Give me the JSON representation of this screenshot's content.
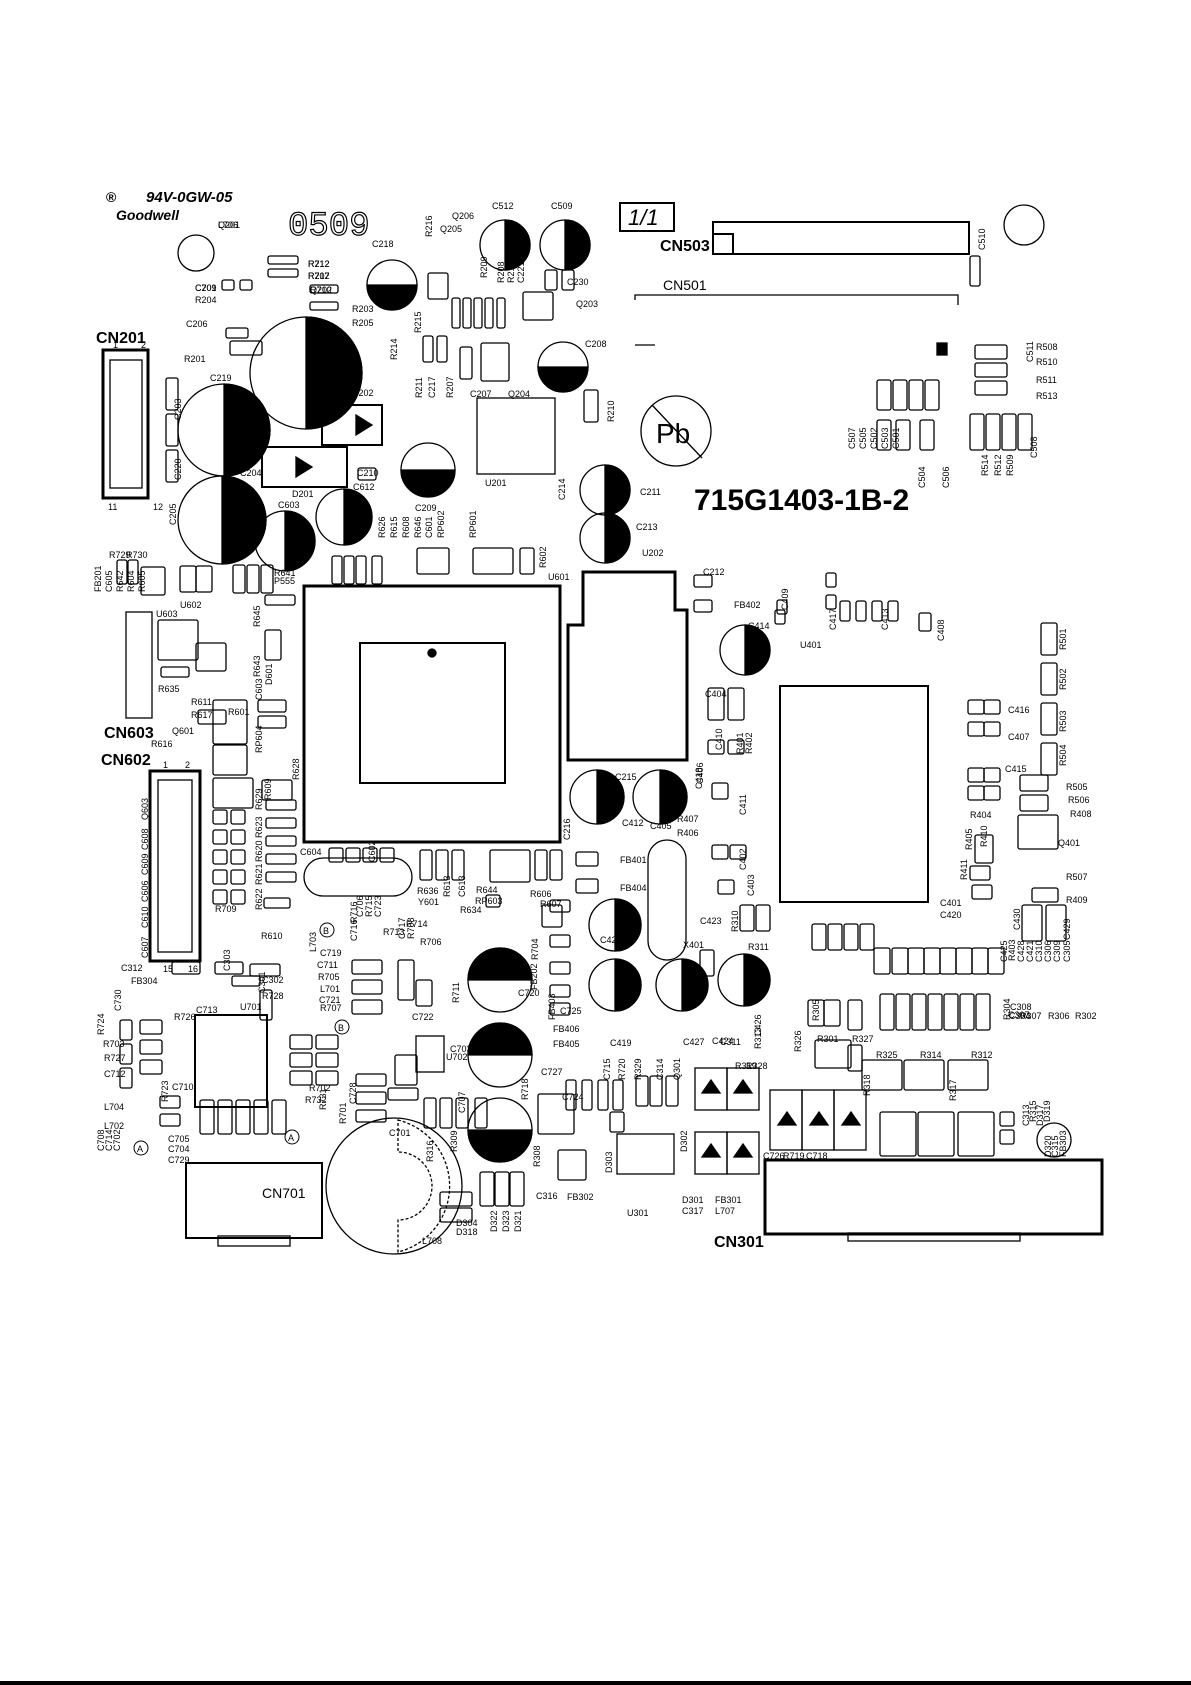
{
  "board": {
    "ul_mark": "®",
    "ul_logo": "94V-0GW-05",
    "maker": "Goodwell",
    "date_code": "0509",
    "sheet": "1/1",
    "part_number": "715G1403-1B-2",
    "lead_free": "Pb"
  },
  "connectors": {
    "cn503": "CN503",
    "cn501": "CN501",
    "cn201": "CN201",
    "cn603": "CN603",
    "cn602": "CN602",
    "cn701": "CN701",
    "cn301": "CN301"
  },
  "pin_marks": {
    "cn201_pin2": "2",
    "cn201_pin1": "1",
    "cn201_pin12": "12",
    "cn201_pin11": "11",
    "cn602_pin1": "1",
    "cn602_pin2": "2",
    "cn602_pin15": "15",
    "cn602_pin16": "16"
  },
  "ics": {
    "u201": "U201",
    "u202": "U202",
    "u401": "U401",
    "u601": "U601",
    "u602": "U602",
    "u603": "U603",
    "u701": "U701",
    "u702": "U702",
    "u301": "U301"
  },
  "test_points": {
    "a1": "A",
    "a2": "A",
    "b1": "B",
    "b2": "B"
  },
  "colors": {
    "ink": "#000000",
    "paper": "#ffffff"
  },
  "labels": [
    {
      "t": "Q201"
    },
    {
      "t": "R212"
    },
    {
      "t": "R202"
    },
    {
      "t": "Q202"
    },
    {
      "t": "C201"
    },
    {
      "t": "R204"
    },
    {
      "t": "R203"
    },
    {
      "t": "R205"
    },
    {
      "t": "C206"
    },
    {
      "t": "R201"
    },
    {
      "t": "C218"
    },
    {
      "t": "R216"
    },
    {
      "t": "Q206"
    },
    {
      "t": "Q205"
    },
    {
      "t": "C512"
    },
    {
      "t": "C509"
    },
    {
      "t": "C510"
    },
    {
      "t": "R209"
    },
    {
      "t": "R208"
    },
    {
      "t": "R217"
    },
    {
      "t": "C221"
    },
    {
      "t": "C230"
    },
    {
      "t": "Q203"
    },
    {
      "t": "R215"
    },
    {
      "t": "R214"
    },
    {
      "t": "C208"
    },
    {
      "t": "C217"
    },
    {
      "t": "R211"
    },
    {
      "t": "R207"
    },
    {
      "t": "C207"
    },
    {
      "t": "Q204"
    },
    {
      "t": "R210"
    },
    {
      "t": "C202"
    },
    {
      "t": "C219"
    },
    {
      "t": "C203"
    },
    {
      "t": "D202"
    },
    {
      "t": "C220"
    },
    {
      "t": "C204"
    },
    {
      "t": "C205"
    },
    {
      "t": "D201"
    },
    {
      "t": "C210"
    },
    {
      "t": "C612"
    },
    {
      "t": "C209"
    },
    {
      "t": "C603"
    },
    {
      "t": "R626"
    },
    {
      "t": "R615"
    },
    {
      "t": "R608"
    },
    {
      "t": "R646"
    },
    {
      "t": "C601"
    },
    {
      "t": "RP602"
    },
    {
      "t": "RP601"
    },
    {
      "t": "R602"
    },
    {
      "t": "C214"
    },
    {
      "t": "C211"
    },
    {
      "t": "C213"
    },
    {
      "t": "R508"
    },
    {
      "t": "C511"
    },
    {
      "t": "R510"
    },
    {
      "t": "R511"
    },
    {
      "t": "R513"
    },
    {
      "t": "C507"
    },
    {
      "t": "C505"
    },
    {
      "t": "C502"
    },
    {
      "t": "C503"
    },
    {
      "t": "C501"
    },
    {
      "t": "C504"
    },
    {
      "t": "C506"
    },
    {
      "t": "R514"
    },
    {
      "t": "R512"
    },
    {
      "t": "R509"
    },
    {
      "t": "C508"
    },
    {
      "t": "R729"
    },
    {
      "t": "R730"
    },
    {
      "t": "FB201"
    },
    {
      "t": "C605"
    },
    {
      "t": "R642"
    },
    {
      "t": "R604"
    },
    {
      "t": "R605"
    },
    {
      "t": "R641"
    },
    {
      "t": "P555"
    },
    {
      "t": "C212"
    },
    {
      "t": "FB402"
    },
    {
      "t": "C409"
    },
    {
      "t": "C414"
    },
    {
      "t": "C417"
    },
    {
      "t": "C413"
    },
    {
      "t": "C408"
    },
    {
      "t": "R501"
    },
    {
      "t": "R502"
    },
    {
      "t": "R503"
    },
    {
      "t": "R504"
    },
    {
      "t": "R645"
    },
    {
      "t": "R643"
    },
    {
      "t": "D601"
    },
    {
      "t": "R635"
    },
    {
      "t": "R611"
    },
    {
      "t": "R617"
    },
    {
      "t": "R601"
    },
    {
      "t": "C603"
    },
    {
      "t": "Q601"
    },
    {
      "t": "R616"
    },
    {
      "t": "RP604"
    },
    {
      "t": "Q603"
    },
    {
      "t": "C608"
    },
    {
      "t": "C609"
    },
    {
      "t": "C606"
    },
    {
      "t": "C610"
    },
    {
      "t": "C607"
    },
    {
      "t": "R609"
    },
    {
      "t": "R629"
    },
    {
      "t": "R623"
    },
    {
      "t": "R620"
    },
    {
      "t": "R621"
    },
    {
      "t": "R622"
    },
    {
      "t": "R628"
    },
    {
      "t": "R709"
    },
    {
      "t": "C604"
    },
    {
      "t": "C602"
    },
    {
      "t": "C404"
    },
    {
      "t": "R401"
    },
    {
      "t": "R402"
    },
    {
      "t": "C410"
    },
    {
      "t": "C418"
    },
    {
      "t": "C411"
    },
    {
      "t": "C416"
    },
    {
      "t": "C407"
    },
    {
      "t": "C415"
    },
    {
      "t": "C406"
    },
    {
      "t": "R505"
    },
    {
      "t": "R506"
    },
    {
      "t": "R408"
    },
    {
      "t": "R404"
    },
    {
      "t": "R405"
    },
    {
      "t": "R410"
    },
    {
      "t": "Q401"
    },
    {
      "t": "R411"
    },
    {
      "t": "R507"
    },
    {
      "t": "R409"
    },
    {
      "t": "C401"
    },
    {
      "t": "C420"
    },
    {
      "t": "C430"
    },
    {
      "t": "C429"
    },
    {
      "t": "C215"
    },
    {
      "t": "C216"
    },
    {
      "t": "C412"
    },
    {
      "t": "C405"
    },
    {
      "t": "R407"
    },
    {
      "t": "R406"
    },
    {
      "t": "FB401"
    },
    {
      "t": "FB404"
    },
    {
      "t": "C402"
    },
    {
      "t": "C403"
    },
    {
      "t": "C423"
    },
    {
      "t": "R310"
    },
    {
      "t": "R311"
    },
    {
      "t": "X401"
    },
    {
      "t": "C422"
    },
    {
      "t": "R607"
    },
    {
      "t": "R606"
    },
    {
      "t": "R636"
    },
    {
      "t": "Y601"
    },
    {
      "t": "R613"
    },
    {
      "t": "C613"
    },
    {
      "t": "R644"
    },
    {
      "t": "RP603"
    },
    {
      "t": "R634"
    },
    {
      "t": "R610"
    },
    {
      "t": "R716"
    },
    {
      "t": "C706"
    },
    {
      "t": "R715"
    },
    {
      "t": "C723"
    },
    {
      "t": "R713"
    },
    {
      "t": "R714"
    },
    {
      "t": "C717"
    },
    {
      "t": "R708"
    },
    {
      "t": "R706"
    },
    {
      "t": "C719"
    },
    {
      "t": "C711"
    },
    {
      "t": "L703"
    },
    {
      "t": "C716"
    },
    {
      "t": "L701"
    },
    {
      "t": "R705"
    },
    {
      "t": "R707"
    },
    {
      "t": "C721"
    },
    {
      "t": "C722"
    },
    {
      "t": "R711"
    },
    {
      "t": "R704"
    },
    {
      "t": "FB202"
    },
    {
      "t": "C720"
    },
    {
      "t": "C725"
    },
    {
      "t": "FB403"
    },
    {
      "t": "FB406"
    },
    {
      "t": "FB405"
    },
    {
      "t": "C419"
    },
    {
      "t": "C427"
    },
    {
      "t": "C424"
    },
    {
      "t": "C311"
    },
    {
      "t": "R313"
    },
    {
      "t": "C426"
    },
    {
      "t": "C425"
    },
    {
      "t": "R403"
    },
    {
      "t": "C428"
    },
    {
      "t": "C421"
    },
    {
      "t": "C310"
    },
    {
      "t": "C306"
    },
    {
      "t": "C309"
    },
    {
      "t": "C305"
    },
    {
      "t": "C307"
    },
    {
      "t": "C308"
    },
    {
      "t": "C304"
    },
    {
      "t": "R307"
    },
    {
      "t": "R306"
    },
    {
      "t": "R302"
    },
    {
      "t": "R304"
    },
    {
      "t": "R305"
    },
    {
      "t": "R301"
    },
    {
      "t": "R327"
    },
    {
      "t": "R326"
    },
    {
      "t": "R325"
    },
    {
      "t": "R314"
    },
    {
      "t": "R312"
    },
    {
      "t": "C312"
    },
    {
      "t": "FB304"
    },
    {
      "t": "C303"
    },
    {
      "t": "C302"
    },
    {
      "t": "C301"
    },
    {
      "t": "R728"
    },
    {
      "t": "C730"
    },
    {
      "t": "R726"
    },
    {
      "t": "C713"
    },
    {
      "t": "R724"
    },
    {
      "t": "R703"
    },
    {
      "t": "R727"
    },
    {
      "t": "C712"
    },
    {
      "t": "C710"
    },
    {
      "t": "R723"
    },
    {
      "t": "L704"
    },
    {
      "t": "L702"
    },
    {
      "t": "C708"
    },
    {
      "t": "C714"
    },
    {
      "t": "C702"
    },
    {
      "t": "C705"
    },
    {
      "t": "C704"
    },
    {
      "t": "C729"
    },
    {
      "t": "R702"
    },
    {
      "t": "R732"
    },
    {
      "t": "R731"
    },
    {
      "t": "R701"
    },
    {
      "t": "C728"
    },
    {
      "t": "C701"
    },
    {
      "t": "C703"
    },
    {
      "t": "C707"
    },
    {
      "t": "C727"
    },
    {
      "t": "R718"
    },
    {
      "t": "C724"
    },
    {
      "t": "C715"
    },
    {
      "t": "R720"
    },
    {
      "t": "R329"
    },
    {
      "t": "C314"
    },
    {
      "t": "Q301"
    },
    {
      "t": "R319"
    },
    {
      "t": "R328"
    },
    {
      "t": "R318"
    },
    {
      "t": "R317"
    },
    {
      "t": "R316"
    },
    {
      "t": "R309"
    },
    {
      "t": "R308"
    },
    {
      "t": "D303"
    },
    {
      "t": "D302"
    },
    {
      "t": "C726"
    },
    {
      "t": "R719"
    },
    {
      "t": "C718"
    },
    {
      "t": "C313"
    },
    {
      "t": "R315"
    },
    {
      "t": "D317"
    },
    {
      "t": "D319"
    },
    {
      "t": "D320"
    },
    {
      "t": "C315"
    },
    {
      "t": "FB303"
    },
    {
      "t": "C316"
    },
    {
      "t": "FB302"
    },
    {
      "t": "D301"
    },
    {
      "t": "C317"
    },
    {
      "t": "FB301"
    },
    {
      "t": "L707"
    },
    {
      "t": "D304"
    },
    {
      "t": "D318"
    },
    {
      "t": "D322"
    },
    {
      "t": "D323"
    },
    {
      "t": "D321"
    },
    {
      "t": "L708"
    },
    {
      "t": "L706"
    },
    {
      "t": "R712"
    },
    {
      "t": "R717"
    },
    {
      "t": "R710"
    },
    {
      "t": "C709"
    }
  ]
}
